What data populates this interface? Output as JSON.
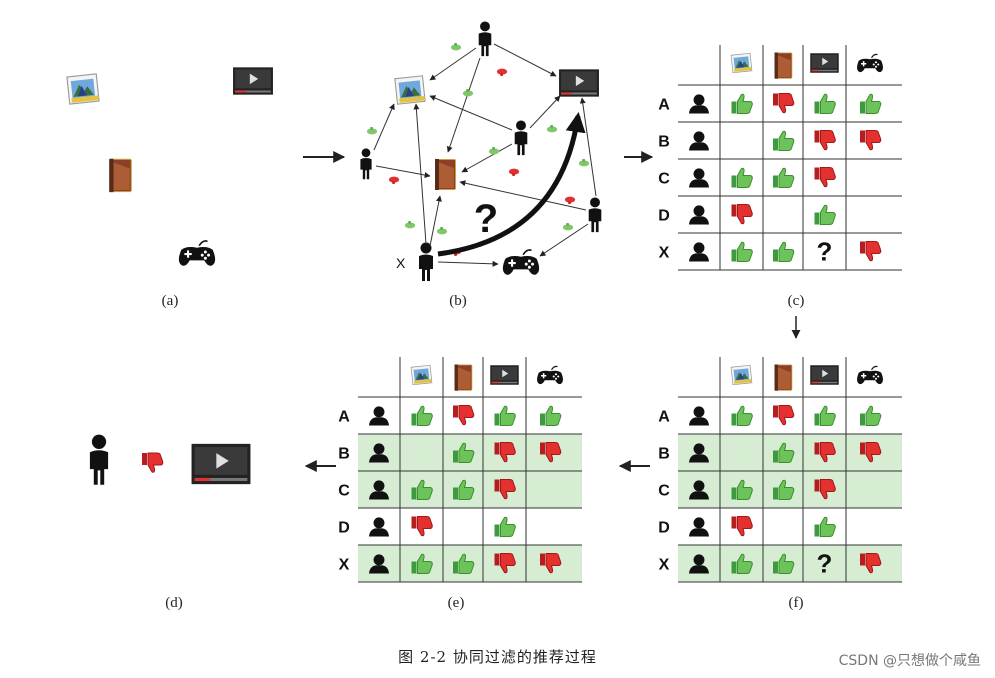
{
  "panels": {
    "a": "(a)",
    "b": "(b)",
    "c": "(c)",
    "d": "(d)",
    "e": "(e)",
    "f": "(f)"
  },
  "user_x_label": "X",
  "question_mark": "?",
  "rows": [
    "A",
    "B",
    "C",
    "D",
    "X"
  ],
  "items": [
    "picture-icon",
    "book-icon",
    "video-icon",
    "gamepad-icon"
  ],
  "ratings": {
    "A": [
      "like",
      "dislike",
      "like",
      "like"
    ],
    "B": [
      "",
      "like",
      "dislike",
      "dislike"
    ],
    "C": [
      "like",
      "like",
      "dislike",
      ""
    ],
    "D": [
      "dislike",
      "",
      "like",
      ""
    ],
    "X": [
      "like",
      "like",
      "?",
      "dislike"
    ]
  },
  "ratings_e_X": [
    "like",
    "like",
    "dislike",
    "dislike"
  ],
  "highlight_rows": [
    "B",
    "C",
    "X"
  ],
  "colors": {
    "like": "#5cb85c",
    "dislike": "#e02828",
    "highlight": "#d6edd3"
  },
  "caption": "图 2-2   协同过滤的推荐过程",
  "watermark": "CSDN @只想做个咸鱼"
}
